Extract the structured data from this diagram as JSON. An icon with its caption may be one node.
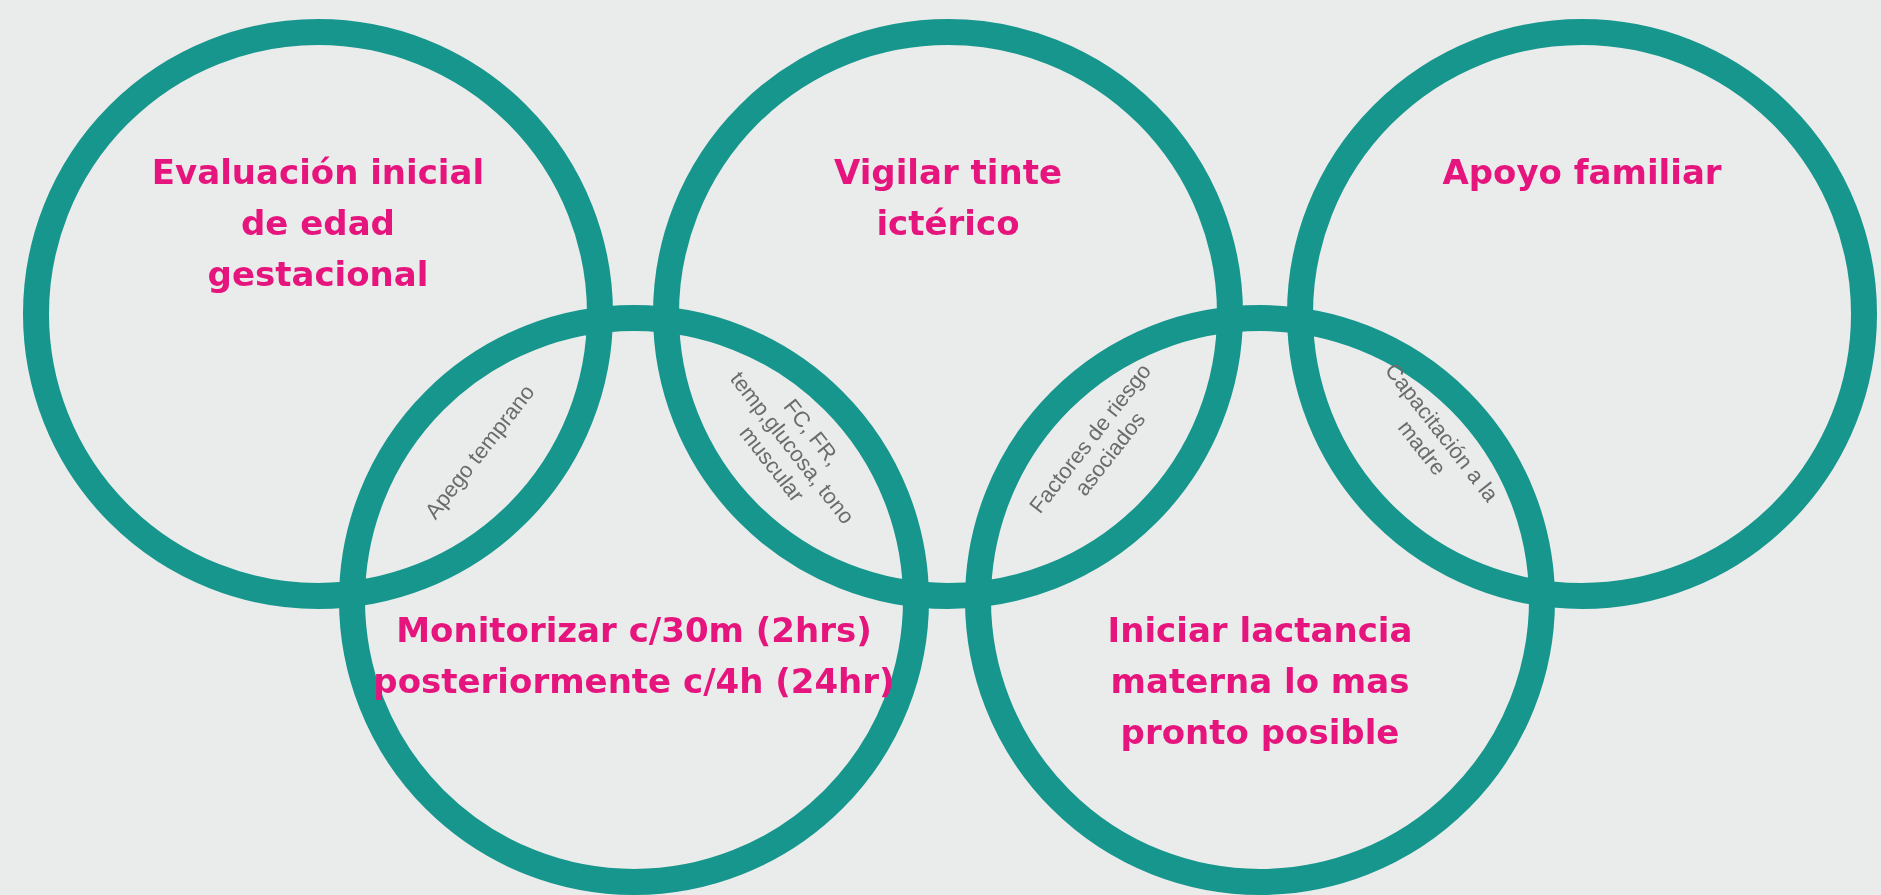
{
  "diagram": {
    "nodes": [
      {
        "text": [
          "Evaluación inicial de edad gestacional"
        ]
      },
      {
        "text": [
          "Vigilar tinte ictérico"
        ]
      },
      {
        "text": [
          "Apoyo familiar"
        ]
      },
      {
        "text": [
          "Monitorizar c/30m (2hrs) posteriormente c/4h (24hr)"
        ]
      },
      {
        "text": [
          "Iniciar lactancia materna lo mas pronto posible"
        ]
      }
    ],
    "edges": [],
    "labels": [
      "Apego temprano",
      "FC, FR, temp,glucosa, tono muscular",
      "Factores de riesgo asociados",
      "Capacitación a la madre"
    ]
  }
}
